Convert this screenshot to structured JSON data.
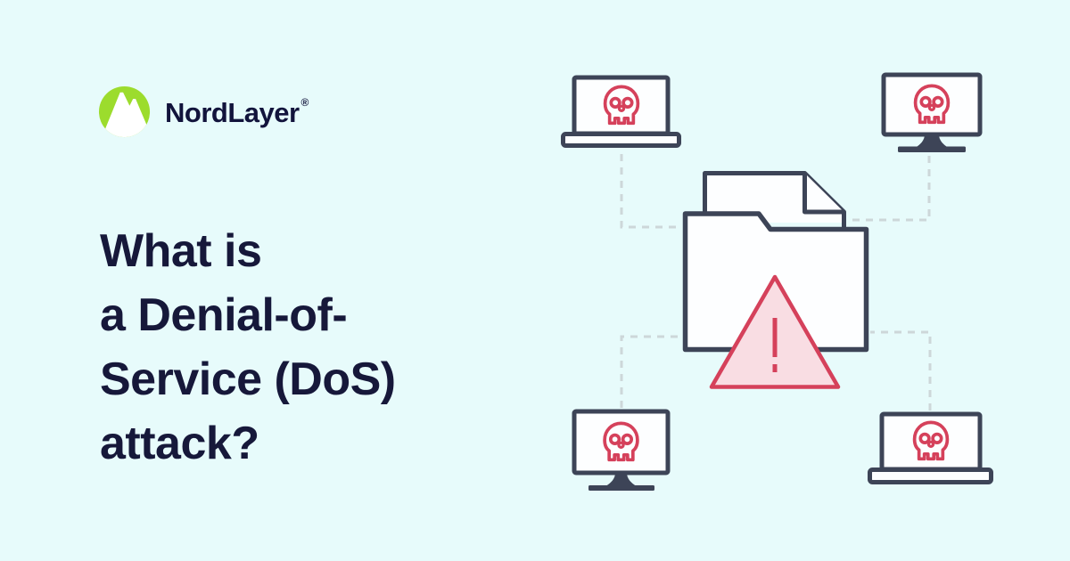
{
  "brand": {
    "name": "NordLayer",
    "registered_mark": "®"
  },
  "heading": {
    "lines": [
      "What is",
      "a Denial-of-",
      "Service (DoS)",
      "attack?"
    ],
    "full_text": "What is a Denial-of-Service (DoS) attack?"
  },
  "illustration": {
    "icons": {
      "logo": "mountain-in-circle-icon",
      "device_top_left": "laptop-icon",
      "device_top_right": "monitor-icon",
      "device_bottom_left": "monitor-icon",
      "device_bottom_right": "laptop-icon",
      "threat": "skull-icon",
      "alert": "warning-triangle-icon",
      "target": "folder-with-document-icon"
    },
    "colors": {
      "background": "#e7fbfb",
      "outline_navy": "#3d4457",
      "danger_red": "#d5415b",
      "danger_fill_pink": "#f9dde3",
      "connector_gray": "#cdd7d9",
      "brand_green": "#9cdc2d",
      "heading_navy": "#16183a",
      "screen_white": "#fdfeff"
    }
  }
}
